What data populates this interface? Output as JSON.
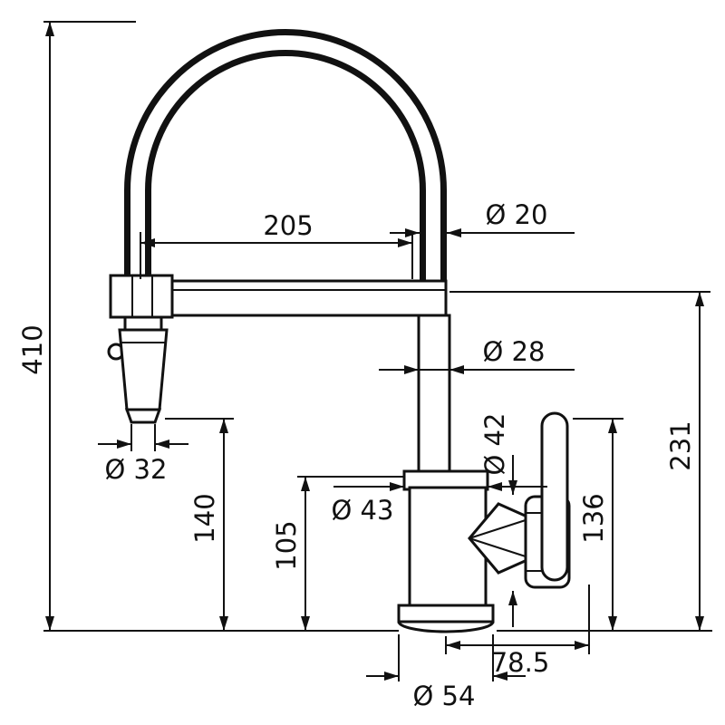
{
  "drawing": {
    "subject": "kitchen-faucet-dimension-diagram",
    "style": "black-line technical drawing on white"
  },
  "dimensions": {
    "total_height": "410",
    "spout_width": "205",
    "hose_diameter": "Ø 20",
    "spout_pipe_diameter": "Ø 28",
    "spray_head_diameter": "Ø 32",
    "spray_head_clearance": "140",
    "spout_underside_height": "105",
    "body_diameter": "Ø 43",
    "handle_diameter": "Ø 42",
    "handle_top_height": "136",
    "spout_height": "231",
    "handle_reach": "78.5",
    "base_diameter": "Ø 54"
  },
  "colors": {
    "line": "#111111",
    "background": "#ffffff"
  }
}
